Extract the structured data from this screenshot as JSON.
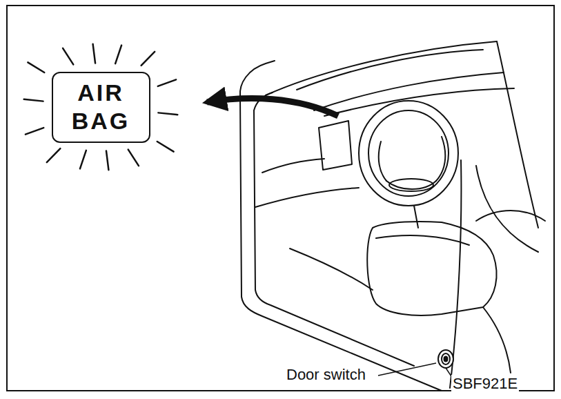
{
  "diagram": {
    "nodes": [
      {
        "text": [
          "AIR BAG"
        ]
      }
    ],
    "labels": [
      "Door switch",
      "SBF921E"
    ]
  }
}
